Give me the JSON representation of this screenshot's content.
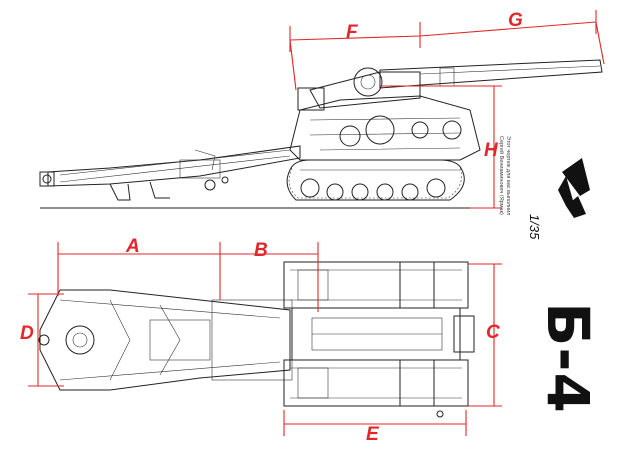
{
  "dimensions": {
    "A": "A",
    "B": "B",
    "C": "C",
    "D": "D",
    "E": "E",
    "F": "F",
    "G": "G",
    "H": "H"
  },
  "credit_lines": [
    "Этот чертеж для вас выполнил",
    "Сергей Вениаминович (Ярмак)"
  ],
  "logo": {
    "scale": "1/35"
  },
  "model_name": "Б-4",
  "colors": {
    "dimension": "#e3262a",
    "ink": "#222222",
    "background": "#ffffff"
  }
}
